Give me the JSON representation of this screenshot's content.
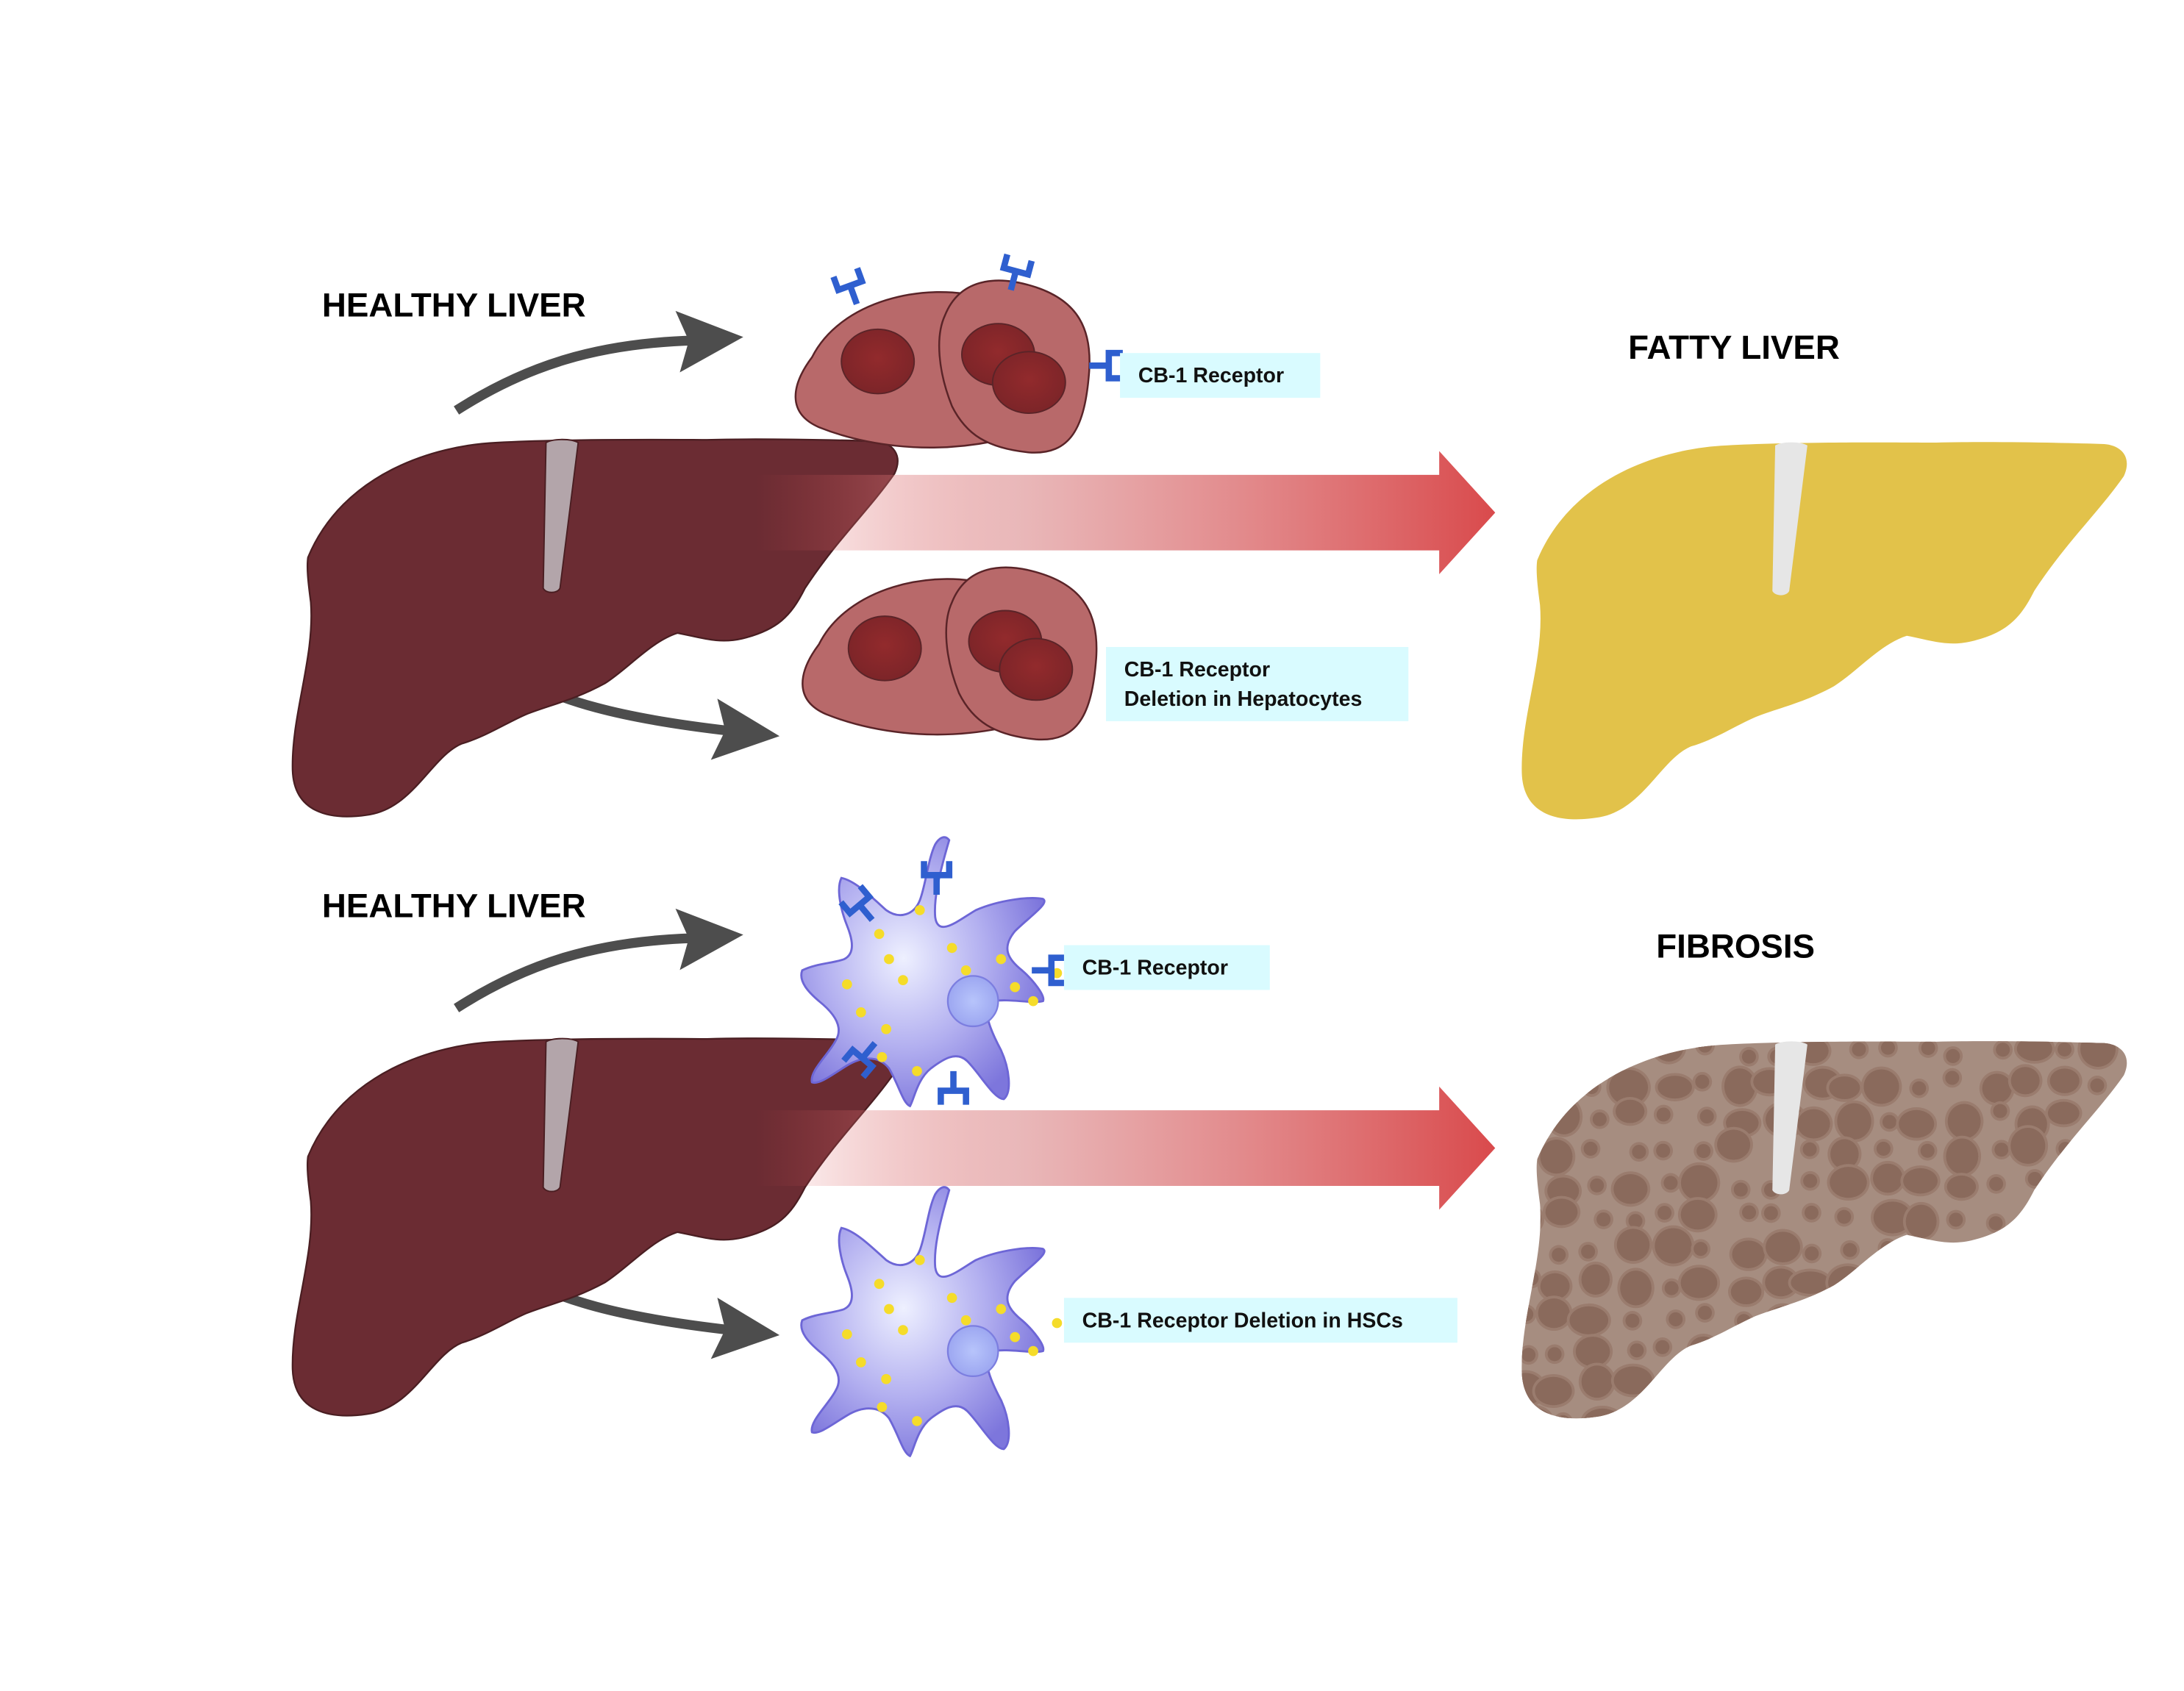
{
  "diagram": {
    "panels": [
      {
        "id": "hepatocytes",
        "source_title": "HEALTHY LIVER",
        "outcome_title": "FATTY LIVER",
        "top_cell_label": "CB-1 Receptor",
        "bottom_cell_label_lines": [
          "CB-1 Receptor",
          "Deletion in Hepatocytes"
        ],
        "cell_type": "hepatocytes"
      },
      {
        "id": "hscs",
        "source_title": "HEALTHY LIVER",
        "outcome_title": "FIBROSIS",
        "top_cell_label": "CB-1 Receptor",
        "bottom_cell_label": "CB-1 Receptor Deletion in HSCs",
        "cell_type": "hepatic stellate cells"
      }
    ],
    "colors": {
      "healthy_liver": "#6b2c33",
      "ligament": "#b3a5aa",
      "fatty_liver": "#e2c24a",
      "fibrosis_liver": "#a68d80",
      "fibrosis_nodule": "#8a6a5c",
      "hepatocyte": "#b8696a",
      "nucleus": "#8b2a2c",
      "stellate": "#8a84e0",
      "droplet": "#f5dc2a",
      "receptor": "#2f5fcf",
      "label_bg": "#d9fbff",
      "progress_arrow": "#d94a4c",
      "curved_arrow": "#4d4d4d"
    }
  }
}
